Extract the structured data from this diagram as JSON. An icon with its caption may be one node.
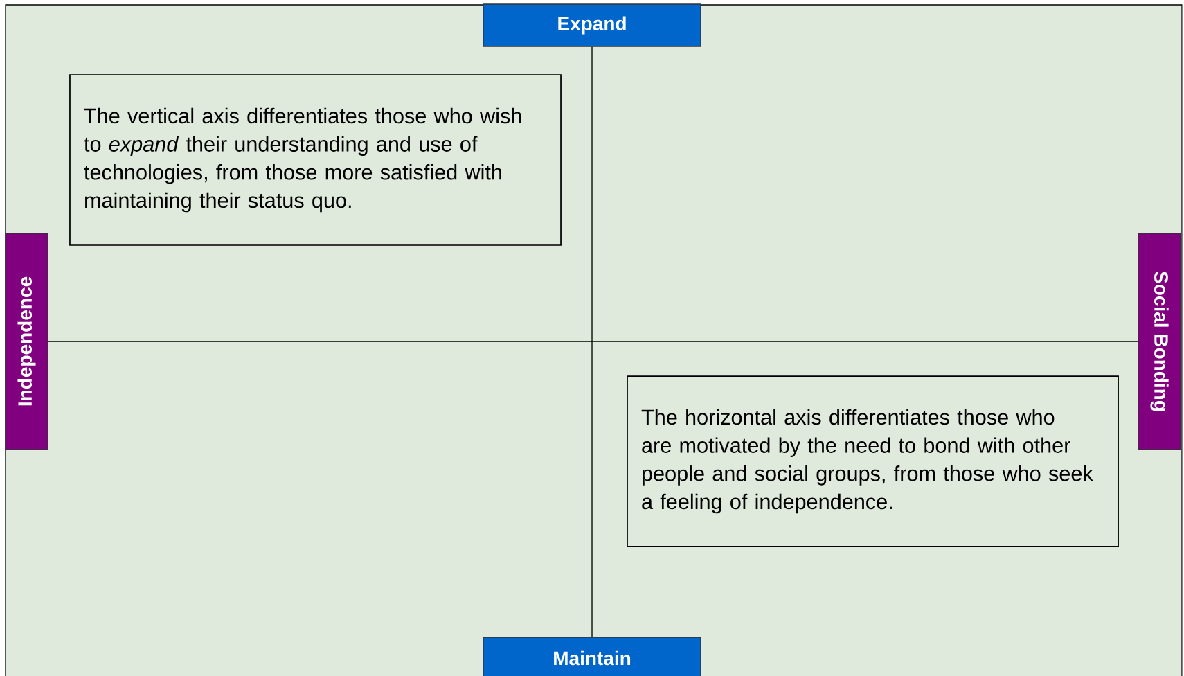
{
  "diagram": {
    "nodes": [
      {
        "text": [
          "Expand"
        ]
      },
      {
        "text": [
          "Maintain"
        ]
      },
      {
        "text": [
          "Independence"
        ]
      },
      {
        "text": [
          "Social Bonding"
        ]
      },
      {
        "text": [
          "The vertical axis differentiates those who wish to *expand* their understanding and use of technologies, from those more satisfied with maintaining their status quo."
        ]
      },
      {
        "text": [
          "The horizontal axis differentiates those who are motivated by the need to bond with other people and social groups, from those who seek a feeling of independence."
        ]
      }
    ],
    "edges": [
      {
        "from": 0,
        "to": 1,
        "arrow": "none"
      },
      {
        "from": 2,
        "to": 3,
        "arrow": "none"
      }
    ]
  }
}
